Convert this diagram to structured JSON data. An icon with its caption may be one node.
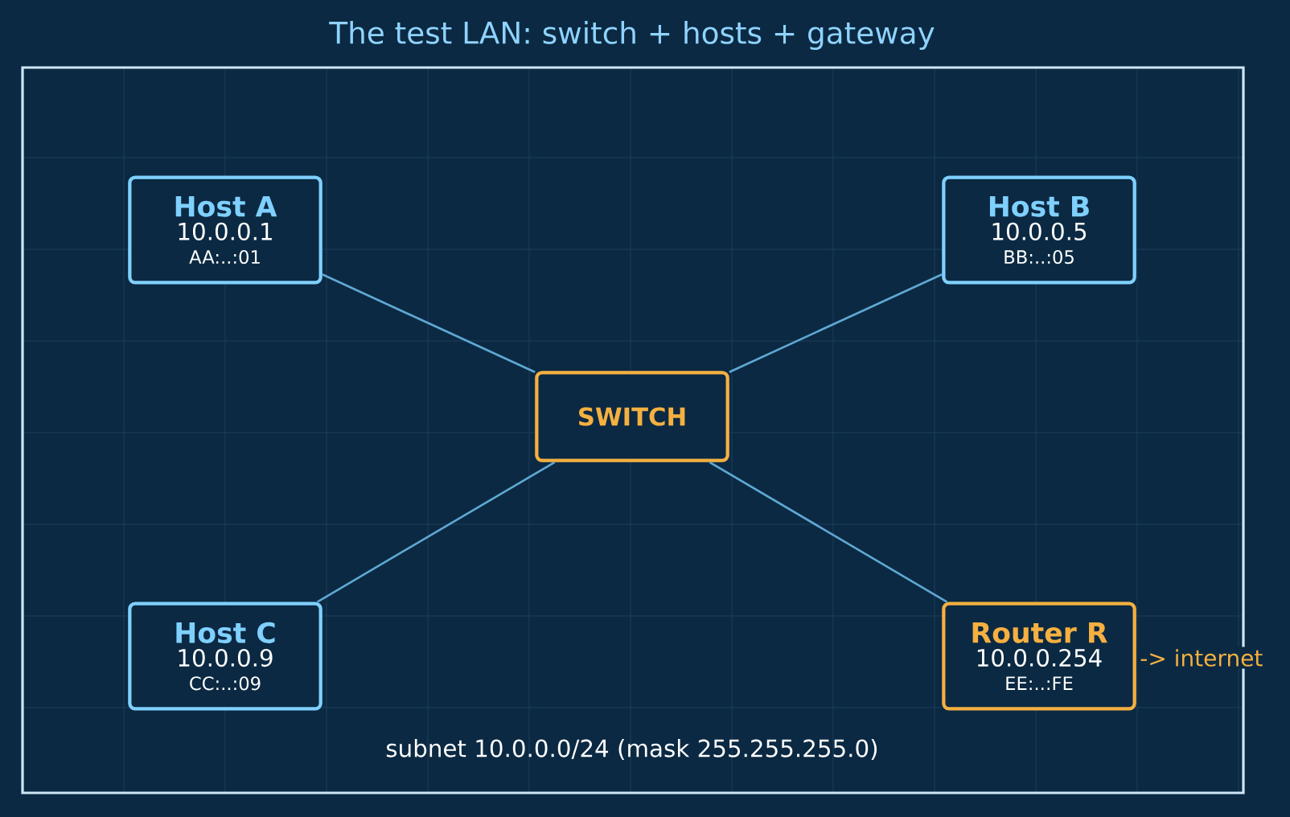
{
  "diagram": {
    "title": "The test LAN: switch + hosts + gateway",
    "nodes": [
      {
        "text": [
          "Host A",
          "10.0.0.1",
          "AA:..:01"
        ]
      },
      {
        "text": [
          "Host B",
          "10.0.0.5",
          "BB:..:05"
        ]
      },
      {
        "text": [
          "SWITCH"
        ]
      },
      {
        "text": [
          "Host C",
          "10.0.0.9",
          "CC:..:09"
        ]
      },
      {
        "text": [
          "Router R",
          "10.0.0.254",
          "EE:..:FE"
        ],
        "beside": [
          "-> internet"
        ]
      }
    ],
    "edges": [
      {
        "from": 0,
        "to": 2,
        "arrow": "none"
      },
      {
        "from": 1,
        "to": 2,
        "arrow": "none"
      },
      {
        "from": 3,
        "to": 2,
        "arrow": "none"
      },
      {
        "from": 2,
        "to": 4,
        "arrow": "none"
      }
    ],
    "labels": [
      "subnet 10.0.0.0/24  (mask 255.255.255.0)"
    ]
  }
}
